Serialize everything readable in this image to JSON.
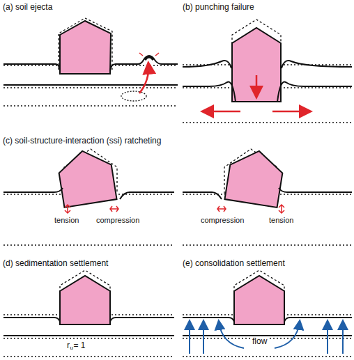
{
  "diagram": {
    "labels": [
      "(a) soil ejecta",
      "(b) punching failure",
      "(c) soil-structure-interaction (ssi) ratcheting",
      "tension",
      "compression",
      "compression",
      "tension",
      "(d) sedimentation settlement",
      "r",
      "u",
      "= 1",
      "(e) consolidation settlement",
      "flow"
    ]
  }
}
